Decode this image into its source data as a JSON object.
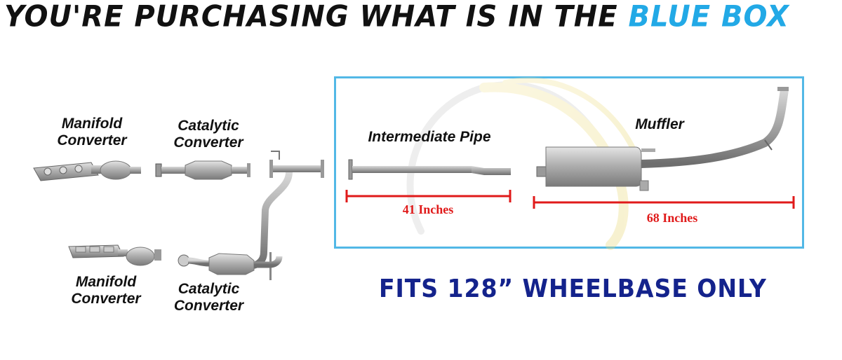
{
  "headline": {
    "text_black": "YOU'RE PURCHASING WHAT IS IN THE",
    "text_blue": "BLUE BOX"
  },
  "labels": {
    "manifold_top_1": "Manifold",
    "manifold_top_2": "Converter",
    "catalytic_top_1": "Catalytic",
    "catalytic_top_2": "Converter",
    "manifold_bottom_1": "Manifold",
    "manifold_bottom_2": "Converter",
    "catalytic_bottom_1": "Catalytic",
    "catalytic_bottom_2": "Converter",
    "intermediate_pipe": "Intermediate Pipe",
    "muffler": "Muffler"
  },
  "dimensions": {
    "intermediate_length": "41 Inches",
    "muffler_length": "68 Inches"
  },
  "fitment": "FITS  128” WHEELBASE ONLY",
  "colors": {
    "highlight_blue": "#22a9e6",
    "box_border": "#52b8e6",
    "dimension_red": "#e01a1a",
    "fitment_navy": "#14238c",
    "pipe_gray": "#9a9a9a"
  }
}
